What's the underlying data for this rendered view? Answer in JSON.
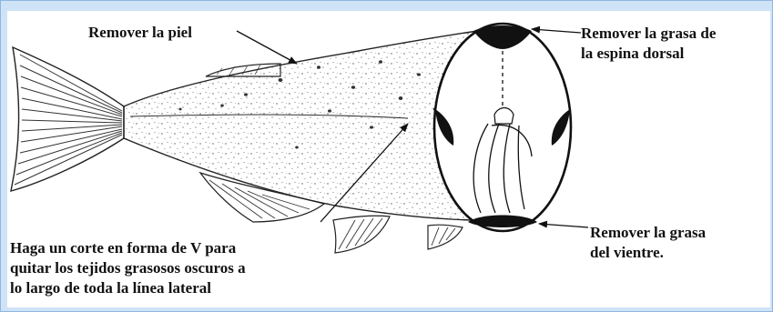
{
  "labels": {
    "remove_skin": "Remover la piel",
    "remove_dorsal_fat": [
      "Remover la grasa de",
      "la espina dorsal"
    ],
    "remove_belly_fat": [
      "Remover la grasa",
      "del vientre."
    ],
    "v_cut": [
      "Haga un corte en forma de V para",
      "quitar los tejidos grasosos oscuros a",
      "lo largo de toda la línea lateral"
    ]
  },
  "colors": {
    "frame_background": "#cfe3f7",
    "frame_border": "#8fb6e0",
    "panel": "#ffffff",
    "ink": "#111111"
  },
  "icons": [
    "fish-illustration",
    "fat-deposit-shape",
    "leader-arrow"
  ]
}
